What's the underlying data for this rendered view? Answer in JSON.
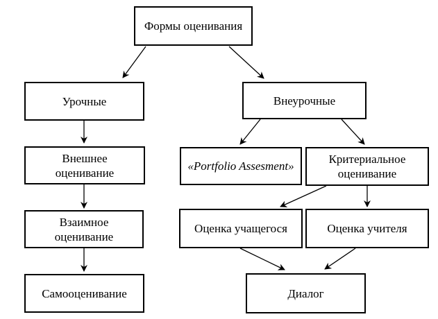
{
  "nodes": {
    "root": "Формы оценивания",
    "lesson": "Урочные",
    "extracurricular": "Внеурочные",
    "external": "Внешнее\nоценивание",
    "peer": "Взаимное\nоценивание",
    "self": "Самооценивание",
    "portfolio": "«Portfolio Assesment»",
    "criterial": "Критериальное\nоценивание",
    "student_eval": "Оценка учащегося",
    "teacher_eval": "Оценка учителя",
    "dialog": "Диалог"
  },
  "edges": [
    [
      "root",
      "lesson"
    ],
    [
      "root",
      "extracurricular"
    ],
    [
      "lesson",
      "external"
    ],
    [
      "external",
      "peer"
    ],
    [
      "peer",
      "self"
    ],
    [
      "extracurricular",
      "portfolio"
    ],
    [
      "extracurricular",
      "criterial"
    ],
    [
      "criterial",
      "student_eval"
    ],
    [
      "criterial",
      "teacher_eval"
    ],
    [
      "student_eval",
      "dialog"
    ],
    [
      "teacher_eval",
      "dialog"
    ]
  ]
}
